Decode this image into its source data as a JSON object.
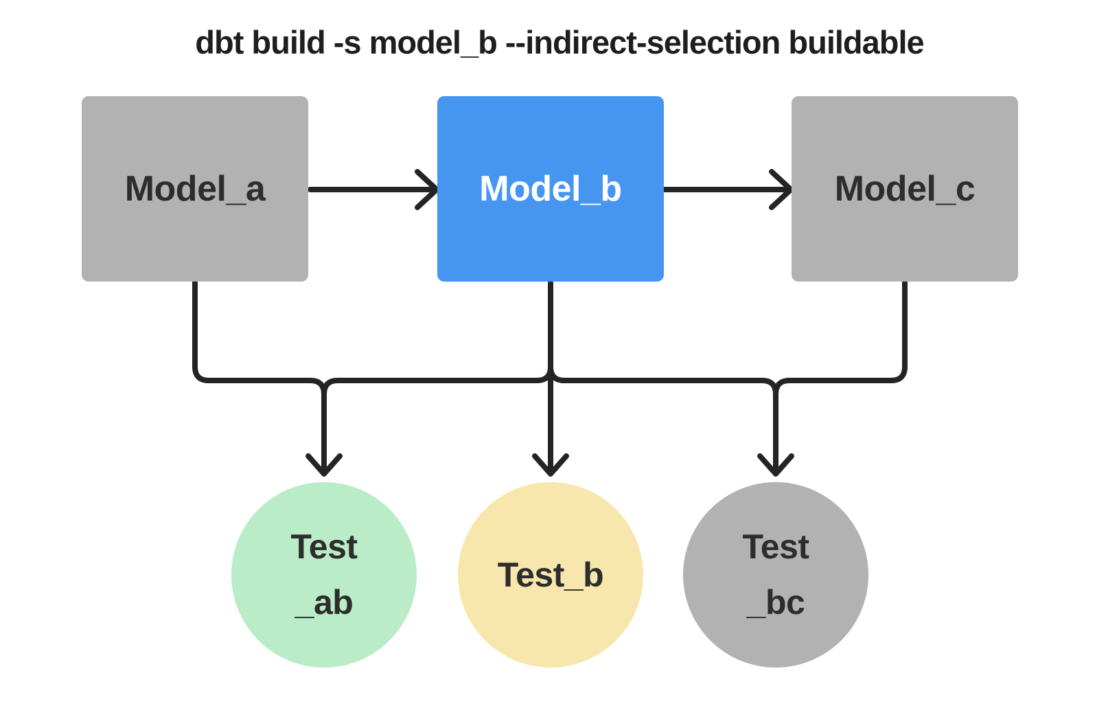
{
  "title": "dbt build -s model_b --indirect-selection buildable",
  "colors": {
    "background": "#ffffff",
    "edge": "#242424",
    "title_text": "#1e1e1e",
    "gray_node": "#b2b2b2",
    "blue_node": "#4696f1",
    "green_node": "#b9ecc7",
    "yellow_node": "#f8e7ac",
    "dark_text": "#2d2d2d",
    "light_text": "#ffffff"
  },
  "models": [
    {
      "id": "model_a",
      "label": "Model_a",
      "color": "#b2b2b2",
      "text_color": "#2d2d2d"
    },
    {
      "id": "model_b",
      "label": "Model_b",
      "color": "#4696f1",
      "text_color": "#ffffff"
    },
    {
      "id": "model_c",
      "label": "Model_c",
      "color": "#b2b2b2",
      "text_color": "#2d2d2d"
    }
  ],
  "tests": [
    {
      "id": "test_ab",
      "label_lines": [
        "Test",
        "_ab"
      ],
      "color": "#b9ecc7",
      "text_color": "#2d2d2d"
    },
    {
      "id": "test_b",
      "label_lines": [
        "Test_b"
      ],
      "color": "#f8e7ac",
      "text_color": "#2d2d2d"
    },
    {
      "id": "test_bc",
      "label_lines": [
        "Test",
        "_bc"
      ],
      "color": "#b2b2b2",
      "text_color": "#2d2d2d"
    }
  ],
  "edges": [
    {
      "from": "model_a",
      "to": "model_b"
    },
    {
      "from": "model_b",
      "to": "model_c"
    },
    {
      "from": "model_a",
      "to": "test_ab"
    },
    {
      "from": "model_b",
      "to": "test_ab"
    },
    {
      "from": "model_b",
      "to": "test_b"
    },
    {
      "from": "model_b",
      "to": "test_bc"
    },
    {
      "from": "model_c",
      "to": "test_bc"
    }
  ]
}
